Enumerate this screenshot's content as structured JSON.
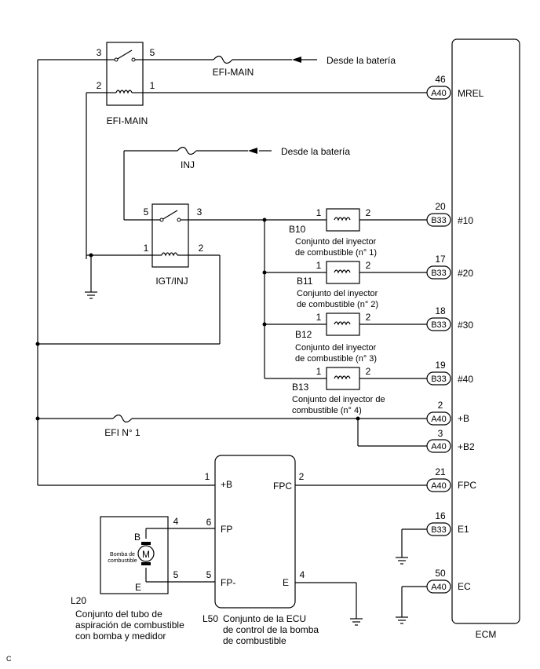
{
  "source_battery_label": "Desde la batería",
  "fuses": {
    "efi_main": "EFI-MAIN",
    "inj": "INJ",
    "efi_no1": "EFI N° 1"
  },
  "relays": {
    "efi_main": {
      "label": "EFI-MAIN",
      "pins": [
        "3",
        "5",
        "2",
        "1"
      ]
    },
    "igt_inj": {
      "label": "IGT/INJ",
      "pins": [
        "5",
        "3",
        "1",
        "2"
      ]
    }
  },
  "injectors": [
    {
      "code": "B10",
      "pin_in": "1",
      "pin_out": "2",
      "desc": [
        "Conjunto del inyector",
        "de combustible (n° 1)"
      ],
      "ecm_pin": "20",
      "connector": "B33",
      "signal": "#10"
    },
    {
      "code": "B11",
      "pin_in": "1",
      "pin_out": "2",
      "desc": [
        "Conjunto del inyector",
        "de combustible (n° 2)"
      ],
      "ecm_pin": "17",
      "connector": "B33",
      "signal": "#20"
    },
    {
      "code": "B12",
      "pin_in": "1",
      "pin_out": "2",
      "desc": [
        "Conjunto del inyector",
        "de combustible (n° 3)"
      ],
      "ecm_pin": "18",
      "connector": "B33",
      "signal": "#30"
    },
    {
      "code": "B13",
      "pin_in": "1",
      "pin_out": "2",
      "desc": [
        "Conjunto del inyector de",
        "combustible (n° 4)"
      ],
      "ecm_pin": "19",
      "connector": "B33",
      "signal": "#40"
    }
  ],
  "ecm": {
    "label": "ECM",
    "terminals": {
      "mrel": {
        "pin": "46",
        "connector": "A40",
        "signal": "MREL"
      },
      "b": {
        "pin": "2",
        "connector": "A40",
        "signal": "+B"
      },
      "b2": {
        "pin": "3",
        "connector": "A40",
        "signal": "+B2"
      },
      "fpc": {
        "pin": "21",
        "connector": "A40",
        "signal": "FPC"
      },
      "e1": {
        "pin": "16",
        "connector": "B33",
        "signal": "E1"
      },
      "ec": {
        "pin": "50",
        "connector": "A40",
        "signal": "EC"
      }
    }
  },
  "pump_ecu": {
    "code": "L50",
    "desc": [
      "Conjunto de la ECU",
      "de control de la bomba",
      "de combustible"
    ],
    "terminals": {
      "b": {
        "pin": "1",
        "label": "+B"
      },
      "fpc": {
        "pin": "2",
        "label": "FPC"
      },
      "fp": {
        "pin": "6",
        "label": "FP"
      },
      "fpm": {
        "pin": "5",
        "label": "FP-"
      },
      "e": {
        "pin": "4",
        "label": "E"
      }
    }
  },
  "pump": {
    "code": "L20",
    "motor_symbol": "M",
    "inner_label": [
      "Bomba de",
      "combustible"
    ],
    "term_b": "B",
    "term_e": "E",
    "pin_b": "4",
    "pin_e": "5",
    "desc": [
      "Conjunto del tubo de",
      "aspiración de combustible",
      "con bomba y medidor"
    ]
  },
  "corner_mark": "C"
}
